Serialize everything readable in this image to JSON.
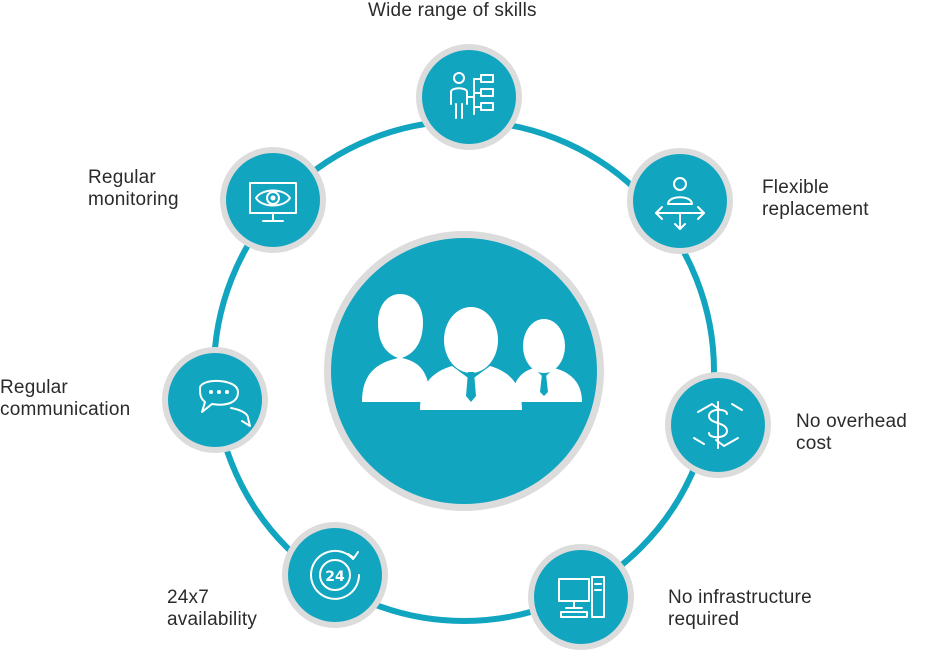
{
  "colors": {
    "accent": "#12a5c0",
    "ring": "#dcdcdc",
    "text": "#2b2b2b"
  },
  "center": {
    "icon": "team-icon"
  },
  "nodes": [
    {
      "id": "skills",
      "icon": "org-chart-icon",
      "lines": [
        "Wide range of skills"
      ]
    },
    {
      "id": "replacement",
      "icon": "person-arrows-icon",
      "lines": [
        "Flexible",
        "replacement"
      ]
    },
    {
      "id": "overhead",
      "icon": "handshake-dollar-icon",
      "lines": [
        "No overhead",
        "cost"
      ]
    },
    {
      "id": "infrastructure",
      "icon": "computer-icon",
      "lines": [
        "No infrastructure",
        "required"
      ]
    },
    {
      "id": "availability",
      "icon": "clock-24-icon",
      "lines": [
        "24x7",
        "availability"
      ]
    },
    {
      "id": "communication",
      "icon": "chat-bubbles-icon",
      "lines": [
        "Regular",
        "communication"
      ]
    },
    {
      "id": "monitoring",
      "icon": "monitor-eye-icon",
      "lines": [
        "Regular",
        "monitoring"
      ]
    }
  ]
}
